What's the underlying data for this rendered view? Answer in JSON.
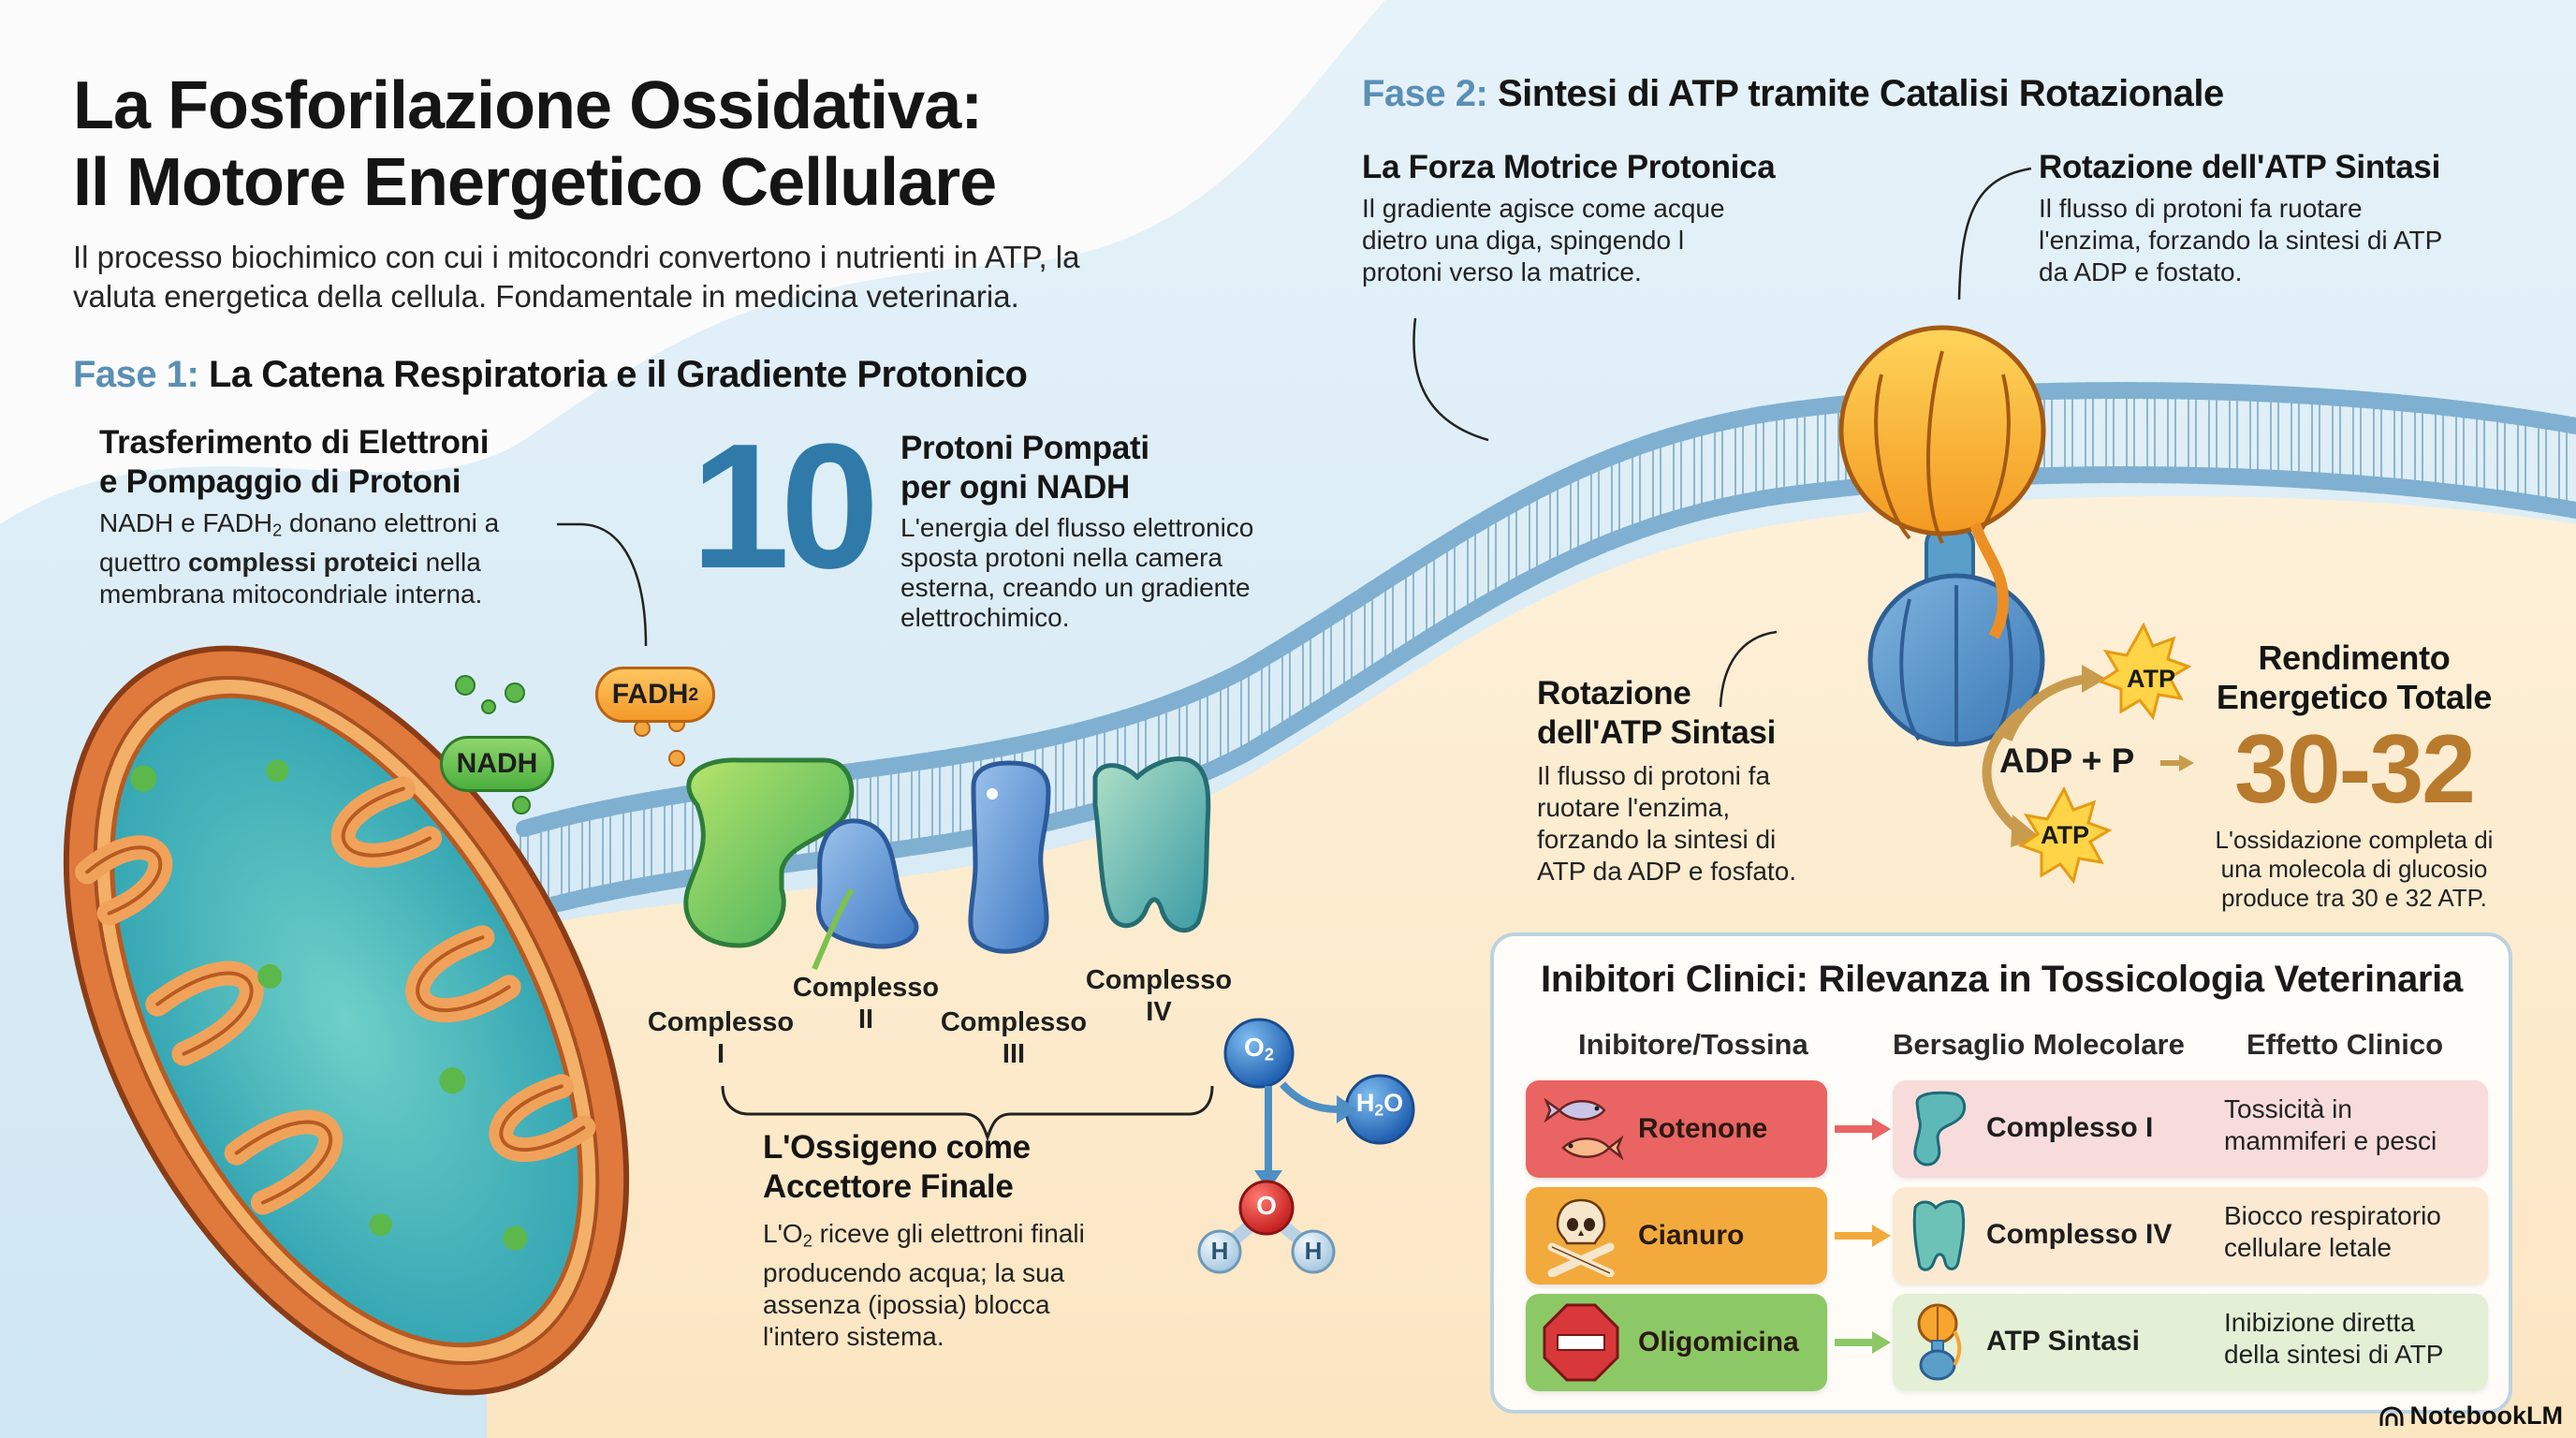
{
  "header": {
    "title_line1": "La Fosforilazione Ossidativa:",
    "title_line2": "Il Motore Energetico Cellulare",
    "subtitle_line1": "Il processo biochimico con cui i mitocondri convertono i nutrienti in ATP, la",
    "subtitle_line2": "valuta energetica della cellula. Fondamentale in medicina veterinaria."
  },
  "phase1": {
    "lead": "Fase 1:",
    "title": "La Catena Respiratoria e il Gradiente Protonico",
    "transfer": {
      "heading_line1": "Trasferimento di Elettroni",
      "heading_line2": "e Pompaggio di Protoni",
      "body_pre": "NADH e FADH",
      "body_sub": "2",
      "body_mid": " donano elettroni a",
      "body_line2_pre": "quettro ",
      "body_line2_bold": "complessi proteici",
      "body_line2_post": " nella",
      "body_line3": "membrana mitocondriale interna."
    },
    "protons": {
      "number": "10",
      "heading_line1": "Protoni Pompati",
      "heading_line2": "per ogni NADH",
      "body_line1": "L'energia del flusso elettronico",
      "body_line2": "sposta protoni nella camera",
      "body_line3": "esterna, creando un gradiente",
      "body_line4": "elettrochimico."
    },
    "carriers": {
      "nadh": "NADH",
      "fadh_main": "FADH",
      "fadh_sub": "2"
    },
    "complexes": [
      {
        "name": "Complesso",
        "numeral": "I"
      },
      {
        "name": "Complesso",
        "numeral": "II"
      },
      {
        "name": "Complesso",
        "numeral": "III"
      },
      {
        "name": "Complesso",
        "numeral": "IV"
      }
    ],
    "oxygen": {
      "heading_line1": "L'Ossigeno come",
      "heading_line2": "Accettore Finale",
      "body_pre": "L'O",
      "body_sub": "2",
      "body_line1_post": " riceve gli elettroni finali",
      "body_line2": "producendo acqua; la sua",
      "body_line3": "assenza (ipossia) blocca",
      "body_line4": "l'intero sistema.",
      "o2_label": "O",
      "o2_sub": "2",
      "h2o_h": "H",
      "h2o_sub": "2",
      "h2o_o": "O",
      "water_o": "O",
      "water_h": "H"
    }
  },
  "phase2": {
    "lead": "Fase 2:",
    "title": "Sintesi di ATP tramite Catalisi Rotazionale",
    "pmf": {
      "heading": "La Forza Motrice Protonica",
      "body_line1": "Il gradiente agisce come acque",
      "body_line2": "dietro una diga, spingendo l",
      "body_line3": "protoni verso la matrice."
    },
    "rotation_top": {
      "heading": "Rotazione dell'ATP Sintasi",
      "body_line1": "Il flusso di protoni fa ruotare",
      "body_line2": "l'enzima, forzando la sintesi di ATP",
      "body_line3": "da ADP e fostato."
    },
    "rotation_mid": {
      "heading_line1": "Rotazione",
      "heading_line2": "dell'ATP Sintasi",
      "body_line1": "Il flusso di protoni fa",
      "body_line2": "ruotare l'enzima,",
      "body_line3": "forzando la sintesi di",
      "body_line4": "ATP da ADP e fosfato."
    },
    "reaction": {
      "input": "ADP + P",
      "output1": "ATP",
      "output2": "ATP"
    },
    "yield": {
      "heading_line1": "Rendimento",
      "heading_line2": "Energetico Totale",
      "value": "30-32",
      "body_line1": "L'ossidazione completa di",
      "body_line2": "una molecola di glucosio",
      "body_line3": "produce tra 30 e 32 ATP."
    }
  },
  "inhibitors": {
    "title": "Inibitori Clinici: Rilevanza in Tossicologia Veterinaria",
    "headers": [
      "Inibitore/Tossina",
      "Bersaglio Molecolare",
      "Effetto Clinico"
    ],
    "rows": [
      {
        "inhibitor": "Rotenone",
        "icon": "fish-icon",
        "target": "Complesso I",
        "effect_line1": "Tossicità in",
        "effect_line2": "mammiferi e pesci",
        "color": "#ea6464",
        "light": "#f8dcdc"
      },
      {
        "inhibitor": "Cianuro",
        "icon": "skull-crossbones-icon",
        "target": "Complesso IV",
        "effect_line1": "Biocco respiratorio",
        "effect_line2": "cellulare letale",
        "color": "#f2aa3c",
        "light": "#fbe9d2"
      },
      {
        "inhibitor": "Oligomicina",
        "icon": "stop-sign-icon",
        "target": "ATP Sintasi",
        "effect_line1": "Inibizione diretta",
        "effect_line2": "della sintesi di ATP",
        "color": "#8cc866",
        "light": "#e3f0d6"
      }
    ]
  },
  "branding": {
    "logo": "NotebookLM"
  },
  "colors": {
    "phase_lead": "#5a8fb5",
    "big_number_blue": "#2f7aa9",
    "yield_brown": "#b87a2c",
    "matrix_cream": "#fbe7c5",
    "intermembrane_blue": "#d8ecf7"
  }
}
